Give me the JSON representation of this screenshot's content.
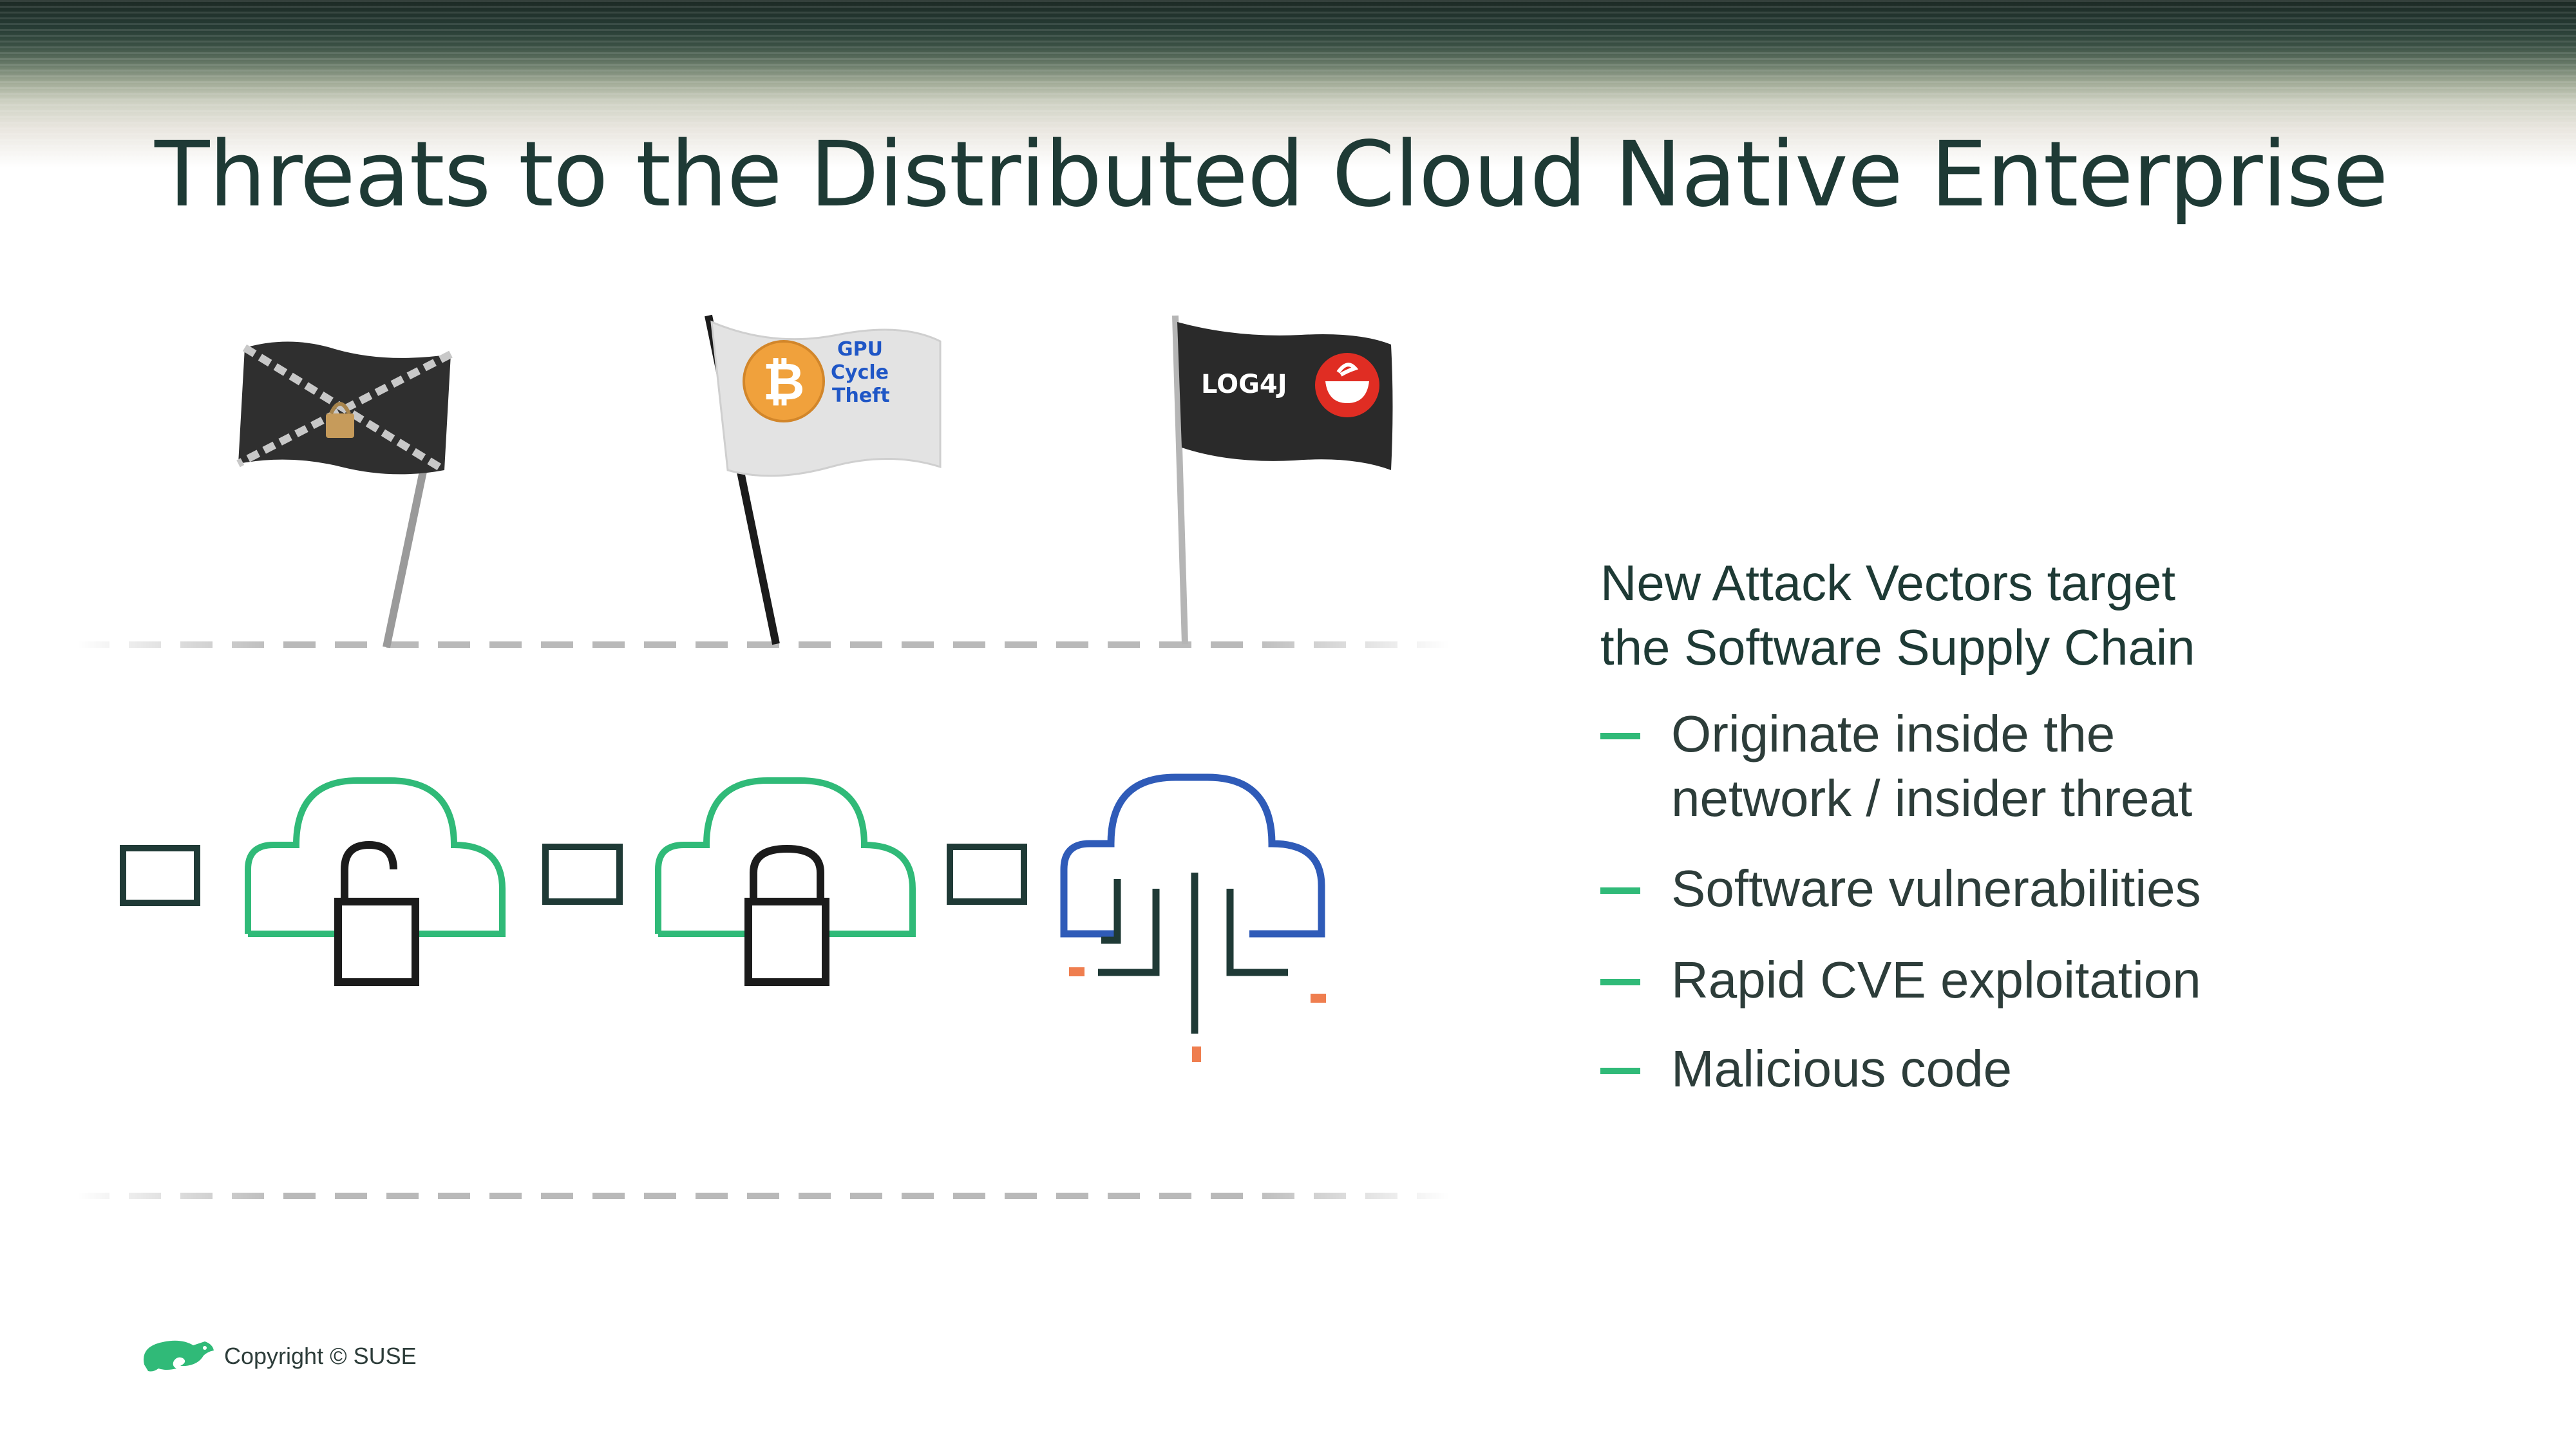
{
  "slide": {
    "title": "Threats to the Distributed Cloud Native Enterprise"
  },
  "flags": [
    {
      "name": "Locked flag with chains",
      "icon": "chain-lock-icon",
      "color": "#2b2b2b"
    },
    {
      "label_lines": [
        "GPU",
        "Cycle",
        "Theft"
      ],
      "icon": "bitcoin-clock-icon",
      "color": "#e6e6e6"
    },
    {
      "label": "LOG4J",
      "icon": "log4j-icon",
      "color": "#2b2b2b"
    }
  ],
  "diagram": {
    "icons": [
      "cloud-unlocked-icon",
      "cloud-locked-icon",
      "cloud-network-icon"
    ],
    "colors": {
      "green": "#30ba78",
      "blue": "#2f5bb8",
      "dark": "#1f3a36",
      "orange": "#ef7e4f"
    }
  },
  "panel": {
    "heading_lines": [
      "New Attack Vectors target",
      "the Software Supply Chain"
    ],
    "bullets": [
      {
        "lines": [
          "Originate inside the",
          "network / insider threat"
        ]
      },
      {
        "lines": [
          "Software vulnerabilities"
        ]
      },
      {
        "lines": [
          "Rapid CVE exploitation"
        ]
      },
      {
        "lines": [
          "Malicious code"
        ]
      }
    ]
  },
  "footer": {
    "copyright": "Copyright © SUSE",
    "logo_icon": "suse-chameleon-icon"
  }
}
